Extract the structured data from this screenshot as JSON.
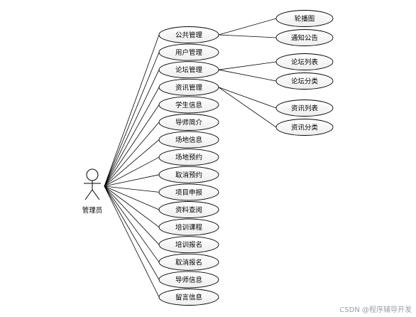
{
  "actor": {
    "label": "管理员"
  },
  "use_cases": [
    {
      "id": "public",
      "label": "公共管理"
    },
    {
      "id": "user",
      "label": "用户管理"
    },
    {
      "id": "forum",
      "label": "论坛管理"
    },
    {
      "id": "news",
      "label": "资讯管理"
    },
    {
      "id": "student",
      "label": "学生信息"
    },
    {
      "id": "mentor-intro",
      "label": "导师简介"
    },
    {
      "id": "venue-info",
      "label": "场地信息"
    },
    {
      "id": "venue-booking",
      "label": "场地预约"
    },
    {
      "id": "cancel-booking",
      "label": "取消预约"
    },
    {
      "id": "project-apply",
      "label": "项目申报"
    },
    {
      "id": "material-query",
      "label": "资料查阅"
    },
    {
      "id": "training-course",
      "label": "培训课程"
    },
    {
      "id": "training-signup",
      "label": "培训报名"
    },
    {
      "id": "cancel-signup",
      "label": "取消报名"
    },
    {
      "id": "mentor-info",
      "label": "导师信息"
    },
    {
      "id": "message-info",
      "label": "留言信息"
    }
  ],
  "sub_use_cases": [
    {
      "parent": "public",
      "label": "轮播图"
    },
    {
      "parent": "public",
      "label": "通知公告"
    },
    {
      "parent": "forum",
      "label": "论坛列表"
    },
    {
      "parent": "forum",
      "label": "论坛分类"
    },
    {
      "parent": "news",
      "label": "资讯列表"
    },
    {
      "parent": "news",
      "label": "资讯分类"
    }
  ],
  "watermark": "CSDN @程序辅导开发"
}
